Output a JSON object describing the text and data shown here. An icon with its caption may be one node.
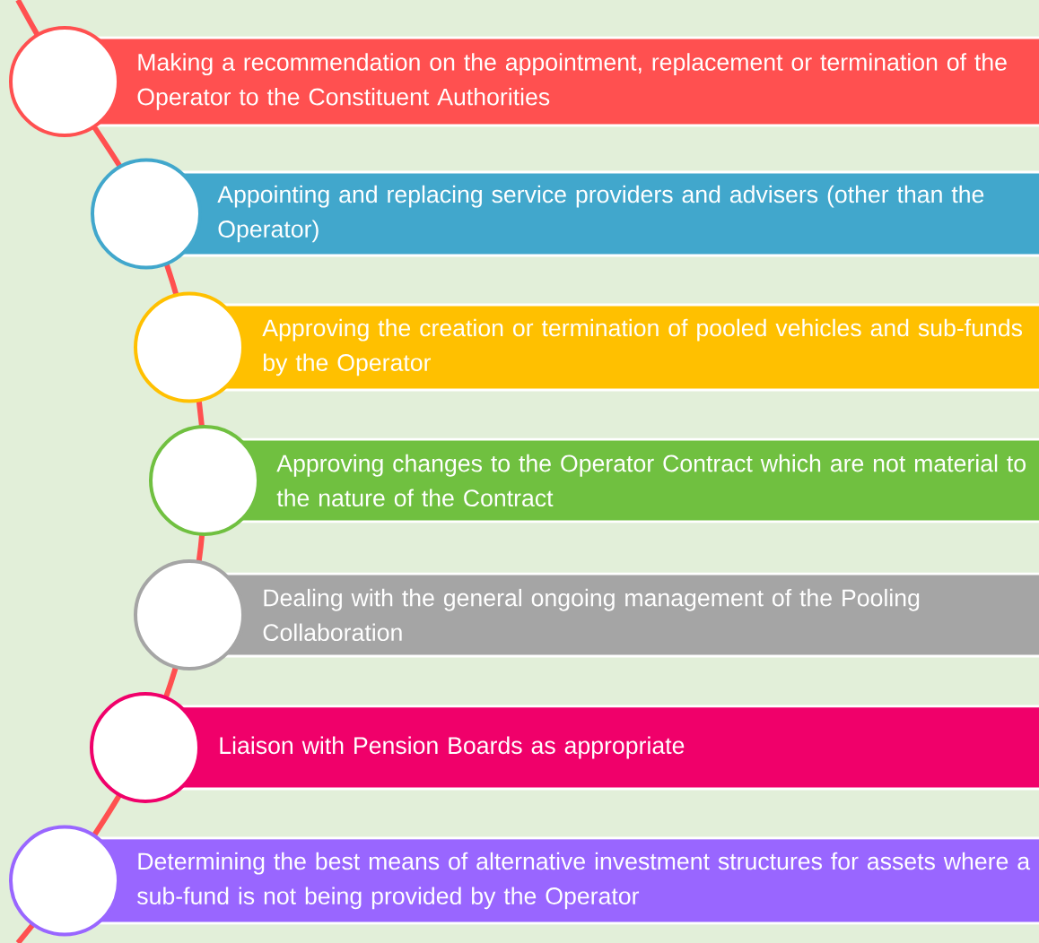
{
  "diagram": {
    "nodes": [
      {
        "text": [
          "Making a recommendation on the appointment, replacement or termination of the Operator to the Constituent Authorities"
        ]
      },
      {
        "text": [
          "Appointing and replacing service providers and advisers (other than the Operator)"
        ]
      },
      {
        "text": [
          "Approving the creation or termination of pooled vehicles and sub-funds by the Operator"
        ]
      },
      {
        "text": [
          "Approving changes to the Operator Contract which are not material to the nature of the Contract"
        ]
      },
      {
        "text": [
          "Dealing with the general ongoing management of the Pooling Collaboration"
        ]
      },
      {
        "text": [
          "Liaison with Pension Boards as appropriate"
        ]
      },
      {
        "text": [
          "Determining the best means of alternative investment structures for assets where a sub-fund is not being provided by the Operator"
        ]
      }
    ]
  }
}
